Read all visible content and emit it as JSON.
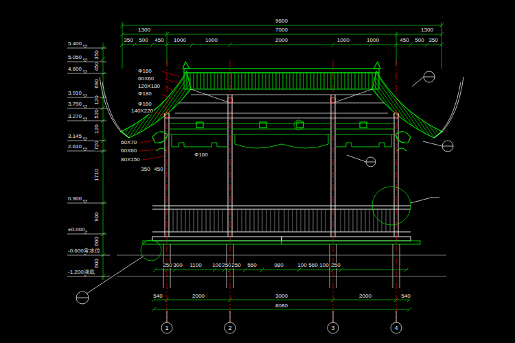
{
  "diagram": {
    "labels": [
      "9600",
      "1300",
      "7000",
      "1300",
      "350",
      "500",
      "450",
      "1000",
      "1000",
      "2000",
      "1000",
      "1000",
      "450",
      "500",
      "350",
      "5.400",
      "5.050",
      "4.600",
      "3.910",
      "3.790",
      "3.270",
      "3.145",
      "2.610",
      "0.900",
      "±0.000",
      "-0.600常水位",
      "-1.200湖底",
      "350",
      "450",
      "690",
      "120",
      "520",
      "120",
      "720",
      "1710",
      "900",
      "600",
      "600",
      "Φ160",
      "60X60",
      "120X180",
      "Φ180",
      "Φ160",
      "140X220",
      "60X70",
      "60X60",
      "80X150",
      "350",
      "450",
      "Φ160",
      "250",
      "300",
      "1100",
      "100",
      "250",
      "250",
      "560",
      "980",
      "100",
      "560",
      "100",
      "250",
      "540",
      "2000",
      "3000",
      "2000",
      "540",
      "8080",
      "1",
      "2",
      "3",
      "4"
    ]
  }
}
